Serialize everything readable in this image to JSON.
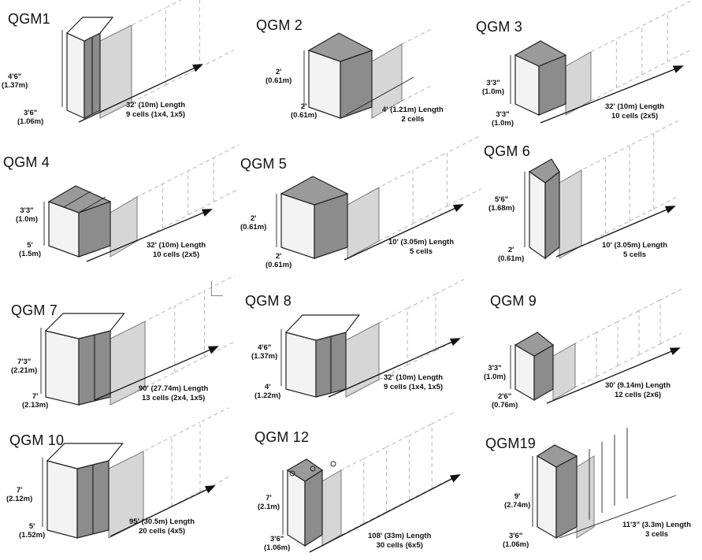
{
  "models": [
    {
      "title": "QGM1",
      "height": "4'6\"",
      "height_m": "(1.37m)",
      "width": "3'6\"",
      "width_m": "(1.06m)",
      "length": "32' (10m) Length",
      "cells": "9 cells (1x4, 1x5)"
    },
    {
      "title": "QGM 2",
      "height": "2'",
      "height_m": "(0.61m)",
      "width": "2'",
      "width_m": "(0.61m)",
      "length": "4' (1.21m) Length",
      "cells": "2 cells"
    },
    {
      "title": "QGM 3",
      "height": "3'3\"",
      "height_m": "(1.0m)",
      "width": "3'3\"",
      "width_m": "(1.0m)",
      "length": "32' (10m) Length",
      "cells": "10 cells  (2x5)"
    },
    {
      "title": "QGM 4",
      "height": "3'3\"",
      "height_m": "(1.0m)",
      "width": "5'",
      "width_m": "(1.5m)",
      "length": "32' (10m) Length",
      "cells": "10 cells (2x5)"
    },
    {
      "title": "QGM 5",
      "height": "2'",
      "height_m": "(0.61m)",
      "width": "2'",
      "width_m": "(0.61m)",
      "length": "10' (3.05m) Length",
      "cells": "5 cells"
    },
    {
      "title": "QGM 6",
      "height": "5'6\"",
      "height_m": "(1.68m)",
      "width": "2'",
      "width_m": "(0.61m)",
      "length": "10' (3.05m) Length",
      "cells": "5 cells"
    },
    {
      "title": "QGM 7",
      "height": "7'3\"",
      "height_m": "(2.21m)",
      "width": "7'",
      "width_m": "(2.13m)",
      "length": "90' (27.74m) Length",
      "cells": "13 cells (2x4, 1x5)"
    },
    {
      "title": "QGM 8",
      "height": "4'6\"",
      "height_m": "(1.37m)",
      "width": "4'",
      "width_m": "(1.22m)",
      "length": "32' (10m) Length",
      "cells": "9 cells (1x4, 1x5)"
    },
    {
      "title": "QGM 9",
      "height": "3'3\"",
      "height_m": "(1.0m)",
      "width": "2'6\"",
      "width_m": "(0.76m)",
      "length": "30' (9.14m) Length",
      "cells": "12 cells (2x6)"
    },
    {
      "title": "QGM 10",
      "height": "7'",
      "height_m": "(2.12m)",
      "width": "5'",
      "width_m": "(1.52m)",
      "length": "95' (30.5m) Length",
      "cells": "20 cells (4x5)"
    },
    {
      "title": "QGM 12",
      "height": "7'",
      "height_m": "(2.1m)",
      "width": "3'6\"",
      "width_m": "(1.06m)",
      "length": "108' (33m) Length",
      "cells": "30 cells (6x5)"
    },
    {
      "title": "QGM19",
      "height": "9'",
      "height_m": "(2.74m)",
      "width": "3'6\"",
      "width_m": "(1.06m)",
      "length": "11'3\" (3.3m) Length",
      "cells": "3 cells"
    }
  ]
}
